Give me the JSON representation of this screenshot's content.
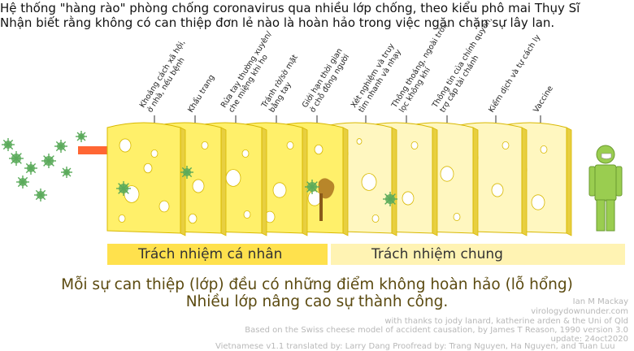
{
  "title": {
    "line1": "Hệ thống \"hàng rào\" phòng chống coronavirus qua nhiều lớp chống, theo kiểu phô mai Thụy Sĩ",
    "line2": "Nhận biết rằng không có can thiệp đơn lẻ nào là hoàn hảo trong việc ngăn chặn sự lây lan."
  },
  "layers": [
    {
      "l1": "Khoảng cách xã hội,",
      "l2": "ở nhà, nếu bệnh"
    },
    {
      "l1": "Khẩu trang",
      "l2": ""
    },
    {
      "l1": "Rửa tay thường xuyên/",
      "l2": "che miệng khi ho"
    },
    {
      "l1": "Tránh rờ/sờ mặt",
      "l2": "bằng tay"
    },
    {
      "l1": "Giới hạn thời gian",
      "l2": "ở chỗ đông người"
    },
    {
      "l1": "Xét nghiệm và truy",
      "l2": "tìm nhanh và nhạy"
    },
    {
      "l1": "Thông thoáng, ngoài trời,",
      "l2": "lọc không khí"
    },
    {
      "l1": "Thông tin của chính quyền,",
      "l2": "trợ cấp tài chánh"
    },
    {
      "l1": "Kiểm dịch và tự cách ly",
      "l2": ""
    },
    {
      "l1": "Vaccine",
      "l2": ""
    }
  ],
  "groups": {
    "personal": "Trách nhiệm cá nhân",
    "shared": "Trách nhiệm chung"
  },
  "summary": {
    "line1": "Mỗi sự can thiệp (lớp) đều có những điểm không hoàn hảo (lỗ hổng)",
    "line2": "Nhiều lớp nâng cao sự thành công."
  },
  "credits": {
    "author": "Ian M Mackay",
    "site": "virologydownunder.com",
    "thanks": "with thanks to jody lanard, katherine arden & the Uni of Qld",
    "based_on": "Based on the Swiss cheese model of accident causation, by James T Reason, 1990 version 3.0",
    "update": "update: 24oct2020",
    "translation": "Vietnamese v1.1 translated by: Larry Dang Proofread by: Trang Nguyen, Ha Nguyen, and Tuan Luu"
  },
  "colors": {
    "personal_cheese": "#fff06a",
    "shared_cheese": "#fff7c0",
    "cheese_edge": "#d8b800",
    "virus": "#5aaa5a",
    "arrow": "#ff6633",
    "person": "#9acd50",
    "personal_bar": "#ffe14d",
    "shared_bar": "#fff3b3"
  }
}
